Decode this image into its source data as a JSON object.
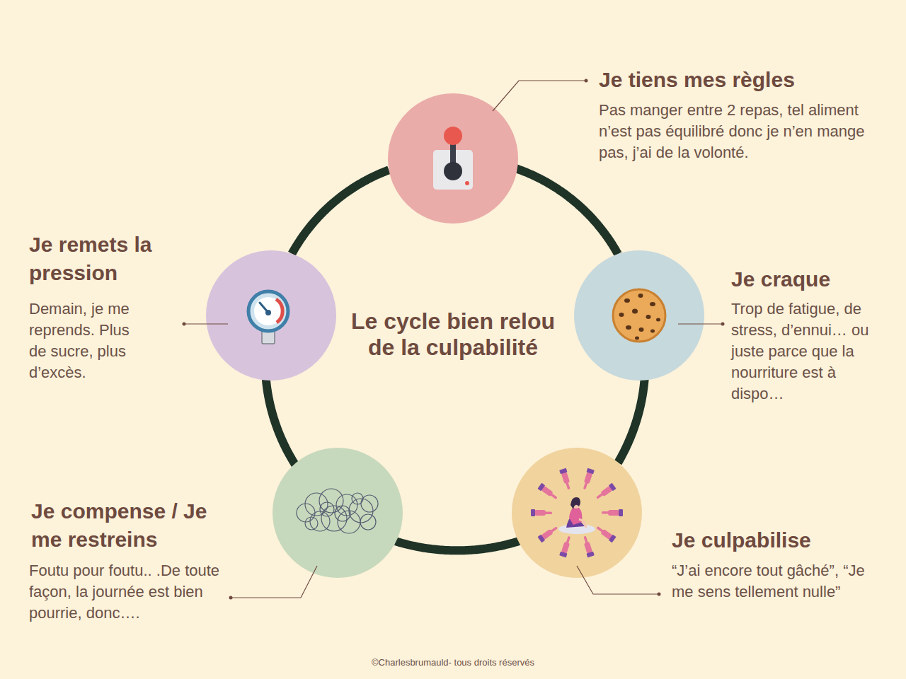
{
  "diagram": {
    "title": "Le cycle bien relou de la culpabilité",
    "caption": "©Charlesbrumauld- tous droits réservés",
    "nodes": [
      {
        "text": [
          "Je tiens mes règles",
          "Pas manger entre 2 repas, tel aliment n’est pas équilibré donc je n’en mange pas, j’ai de la volonté."
        ]
      },
      {
        "text": [
          "Je craque",
          "Trop de fatigue, de stress, d’ennui… ou juste parce que la nourriture est à dispo…"
        ]
      },
      {
        "text": [
          "Je culpabilise",
          "“J’ai encore tout gâché”, “Je me sens tellement nulle”"
        ]
      },
      {
        "text": [
          "Je compense / Je me restreins",
          "Foutu pour foutu.. .De toute façon, la journée est bien pourrie, donc…."
        ]
      },
      {
        "text": [
          "Je remets la pression",
          "Demain, je me reprends. Plus de sucre, plus d’excès."
        ]
      }
    ],
    "edges": [
      {
        "from": 0,
        "to": 1,
        "arrow": "none"
      },
      {
        "from": 1,
        "to": 2,
        "arrow": "none"
      },
      {
        "from": 2,
        "to": 3,
        "arrow": "none"
      },
      {
        "from": 3,
        "to": 4,
        "arrow": "none"
      },
      {
        "from": 4,
        "to": 0,
        "arrow": "none"
      }
    ]
  }
}
